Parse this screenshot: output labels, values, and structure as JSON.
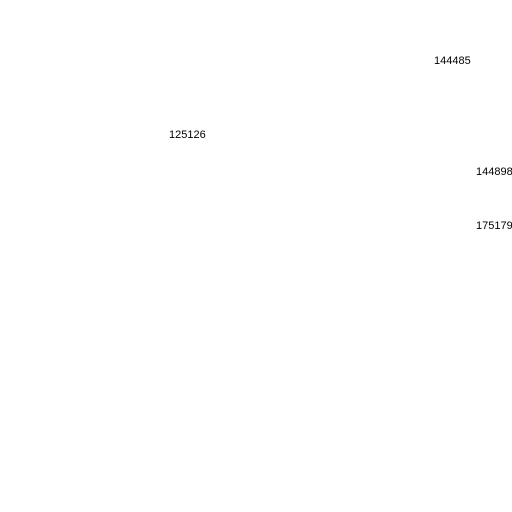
{
  "labels": [
    {
      "text": "144485"
    },
    {
      "text": "125126"
    },
    {
      "text": "144898"
    },
    {
      "text": "175179"
    }
  ]
}
